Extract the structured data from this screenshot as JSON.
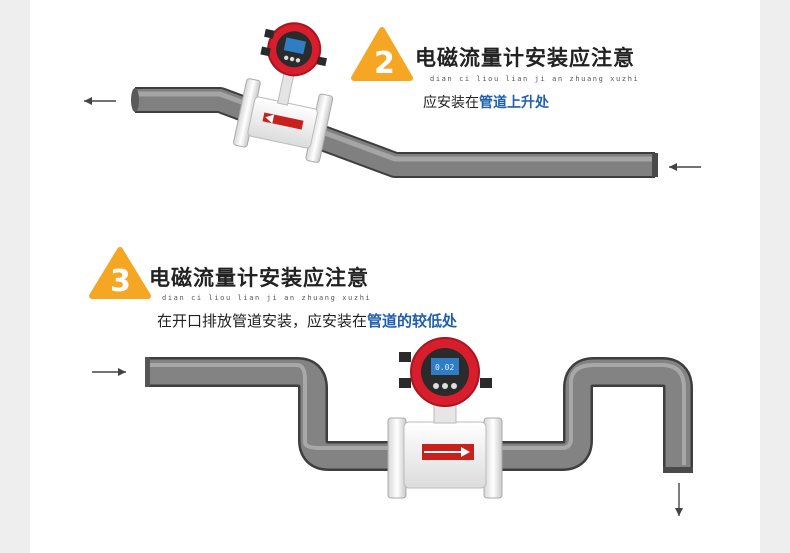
{
  "section2": {
    "number": "2",
    "title": "电磁流量计安装应注意",
    "pinyin": "dian ci liou lian ji an zhuang xuzhi",
    "note_prefix": "应安装在",
    "note_highlight": "管道上升处"
  },
  "section3": {
    "number": "3",
    "title": "电磁流量计安装应注意",
    "pinyin": "dian ci liou lian ji an zhuang xuzhi",
    "note_prefix": "在开口排放管道安装，应安装在",
    "note_highlight": "管道的较低处",
    "display_value": "0.02"
  },
  "colors": {
    "accent_orange": "#f5a623",
    "highlight_blue": "#1f5fb0",
    "pipe_gray": "#6f6f6f",
    "meter_red": "#d81e2c"
  },
  "icons": [
    "flow-arrow-left-icon",
    "flow-arrow-right-icon",
    "flow-arrow-down-icon",
    "warning-triangle-icon"
  ]
}
